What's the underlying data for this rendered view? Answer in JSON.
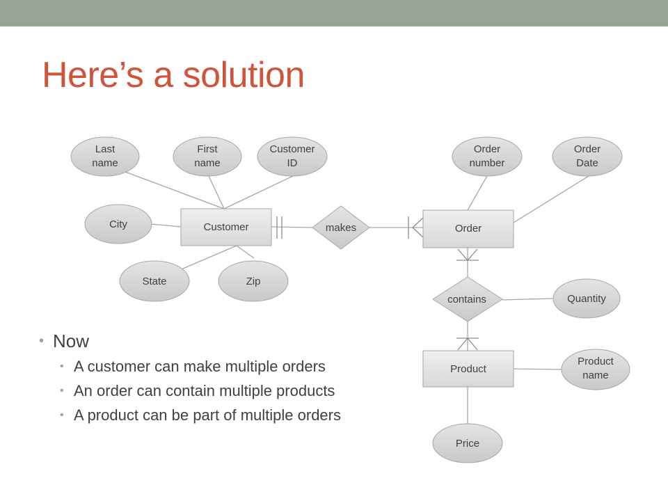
{
  "slide": {
    "title": "Here’s a solution",
    "accent_color": "#d0533a",
    "topbar_color": "#97a596"
  },
  "diagram": {
    "entities": {
      "customer": "Customer",
      "order": "Order",
      "product": "Product"
    },
    "relationships": {
      "makes": "makes",
      "contains": "contains"
    },
    "attributes": {
      "last_name": [
        "Last",
        "name"
      ],
      "first_name": [
        "First",
        "name"
      ],
      "customer_id": [
        "Customer",
        "ID"
      ],
      "city": [
        "City"
      ],
      "state": [
        "State"
      ],
      "zip": [
        "Zip"
      ],
      "order_number": [
        "Order",
        "number"
      ],
      "order_date": [
        "Order",
        "Date"
      ],
      "quantity": [
        "Quantity"
      ],
      "product_name": [
        "Product",
        "name"
      ],
      "price": [
        "Price"
      ]
    }
  },
  "bullets": {
    "heading": "Now",
    "items": [
      "A customer can make multiple orders",
      "An order can contain multiple products",
      "A product can be part of multiple orders"
    ]
  }
}
